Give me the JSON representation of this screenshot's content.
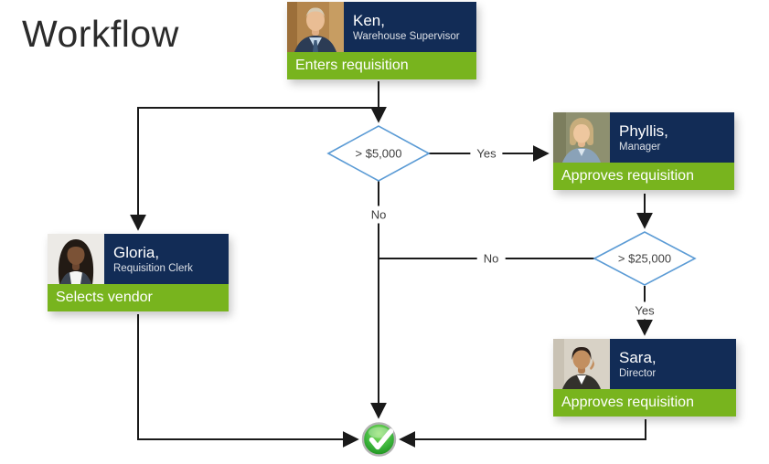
{
  "page": {
    "title": "Workflow"
  },
  "colors": {
    "navy": "#122C56",
    "green": "#78B41E",
    "diamond": "#5B9BD5",
    "arrow": "#1a1a1a",
    "check_green": "#2FA82F"
  },
  "nodes": {
    "ken": {
      "name": "Ken,",
      "role": "Warehouse Supervisor",
      "action": "Enters requisition"
    },
    "phyllis": {
      "name": "Phyllis,",
      "role": "Manager",
      "action": "Approves requisition"
    },
    "gloria": {
      "name": "Gloria,",
      "role": "Requisition Clerk",
      "action": "Selects vendor"
    },
    "sara": {
      "name": "Sara,",
      "role": "Director",
      "action": "Approves requisition"
    }
  },
  "decisions": {
    "d5000": {
      "label": "> $5,000"
    },
    "d25000": {
      "label": "> $25,000"
    }
  },
  "edge_labels": {
    "d5000_yes": "Yes",
    "d5000_no": "No",
    "d25000_no": "No",
    "d25000_yes": "Yes"
  },
  "end": {
    "icon": "check-icon"
  }
}
